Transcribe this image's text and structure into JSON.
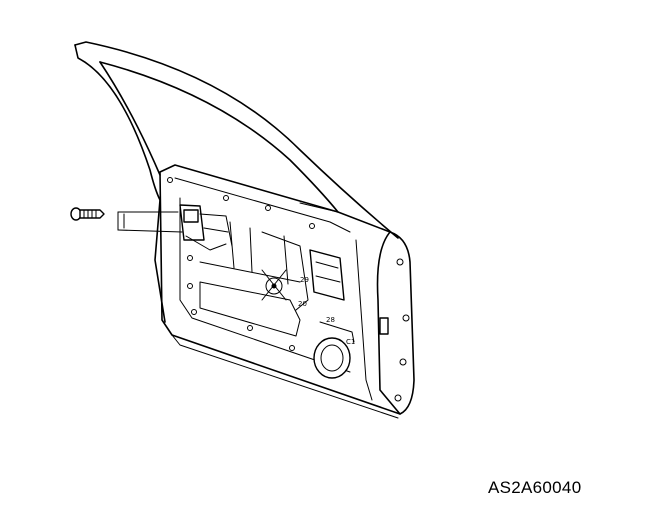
{
  "figure": {
    "drawing_code": "AS2A60040",
    "part_labels": [
      "20",
      "29",
      "28",
      "C1"
    ]
  },
  "icons": {
    "door": "door-panel-diagram",
    "screw": "screw-icon"
  }
}
